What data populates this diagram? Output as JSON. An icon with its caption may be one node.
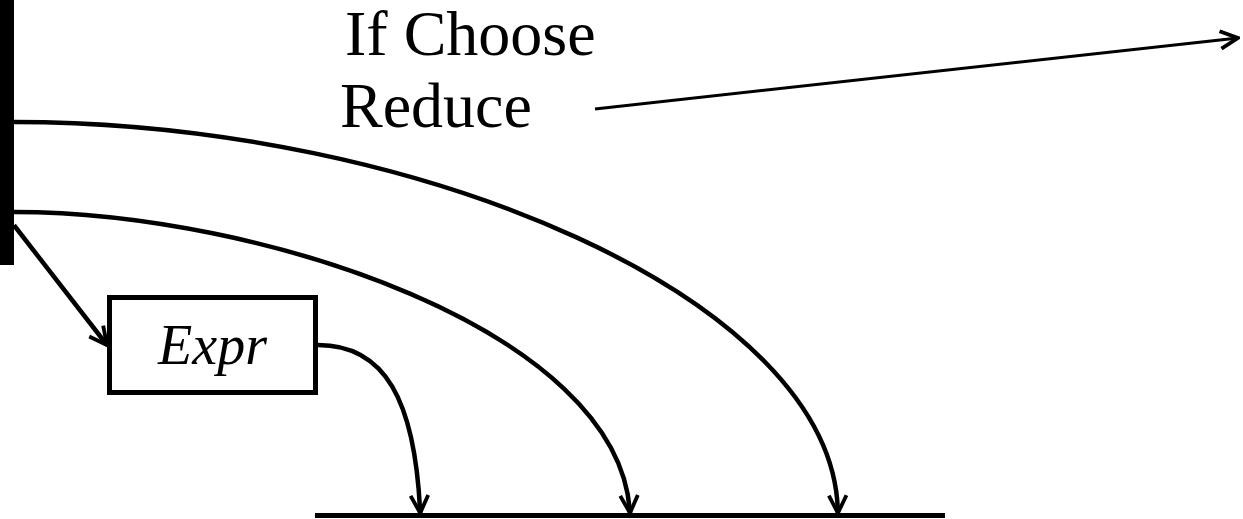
{
  "diagram": {
    "nodes": [
      {
        "text": [],
        "shape": "bar"
      },
      {
        "text": [
          "Expr"
        ]
      },
      {
        "text": [
          "Reduce"
        ]
      },
      {
        "text": [],
        "shape": "bar"
      }
    ],
    "edges": [
      {
        "from": 0,
        "to": 1,
        "arrow": "to"
      },
      {
        "from": 0,
        "to": 3,
        "arrow": "to"
      },
      {
        "from": 0,
        "to": 3,
        "arrow": "to"
      },
      {
        "from": 1,
        "to": 3,
        "arrow": "to"
      },
      {
        "from": 2,
        "to": null,
        "arrow": "to"
      }
    ],
    "labels": [
      "If Choose"
    ]
  }
}
